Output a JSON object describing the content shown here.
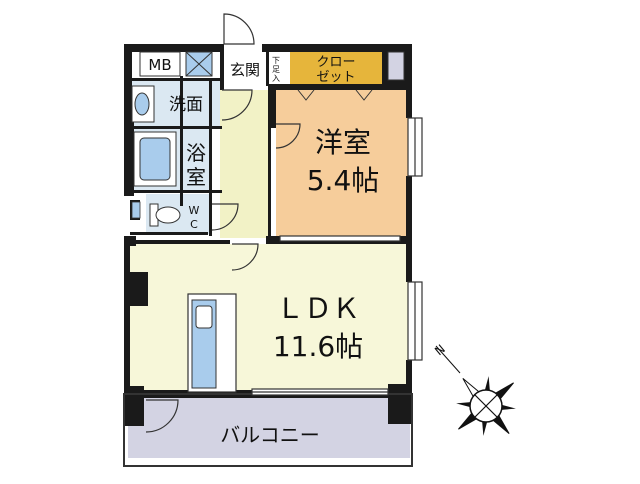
{
  "rooms": {
    "mb": "MB",
    "washroom": "洗面",
    "bath_line1": "浴",
    "bath_line2": "室",
    "wc_line1": "W",
    "wc_line2": "C",
    "entrance": "玄関",
    "shoe_box_line1": "下",
    "shoe_box_line2": "足",
    "shoe_box_line3": "入",
    "closet_line1": "クロー",
    "closet_line2": "ゼット",
    "western_name": "洋室",
    "western_size": "5.4帖",
    "ldk_name": "ＬＤＫ",
    "ldk_size": "11.6帖",
    "balcony": "バルコニー"
  },
  "compass": {
    "north_label": "N"
  },
  "colors": {
    "wall": "#1a1a1a",
    "wet_area": "#dbe8f2",
    "entrance_floor": "#f2f2c6",
    "closet": "#e6b53b",
    "western_floor": "#f6cd9b",
    "ldk_floor": "#f7f7d9",
    "balcony": "#d3d3e3",
    "fixture_blue": "#a9ccec"
  },
  "icons": [
    "mb-box-icon",
    "bathtub-icon",
    "toilet-icon",
    "sink-icon",
    "kitchen-counter-icon",
    "compass-icon",
    "door-swing-icon",
    "window-icon"
  ]
}
